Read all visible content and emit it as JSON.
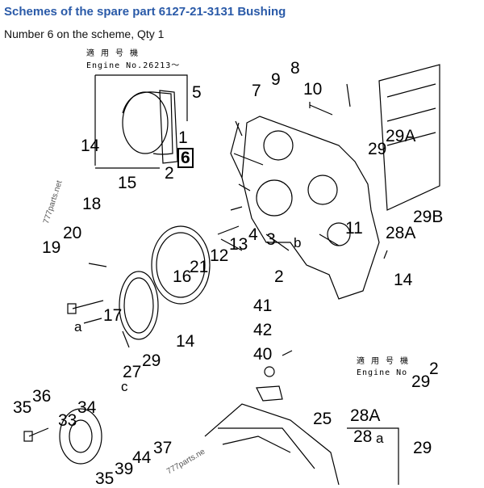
{
  "header": {
    "title": "Schemes of the spare part 6127-21-3131 Bushing",
    "subtitle": "Number 6 on the scheme, Qty 1"
  },
  "diagram": {
    "serial_block_1": {
      "jp": "適 用 号 機",
      "engine": "Engine No.26213〜"
    },
    "serial_block_2": {
      "jp": "適 用 号 機",
      "engine": "Engine No"
    },
    "watermark": "777parts.net",
    "watermark_2": "777parts.ne",
    "labels": {
      "l5": "5",
      "l7": "7",
      "l8": "8",
      "l9": "9",
      "l10": "10",
      "l14a": "14",
      "l1": "1",
      "l6": "6",
      "l2a": "2",
      "l15": "15",
      "l18": "18",
      "l20": "20",
      "l19": "19",
      "l29a": "29A",
      "l29b": "29",
      "l29c": "29B",
      "l28a": "28A",
      "l11": "11",
      "l3": "3",
      "l4": "4",
      "l13": "13",
      "l12": "12",
      "l21": "21",
      "l16": "16",
      "l2b": "2",
      "l14b": "14",
      "l41": "41",
      "l42": "42",
      "l40": "40",
      "l17": "17",
      "la1": "a",
      "lb": "b",
      "l14c": "14",
      "l29d": "29",
      "l27": "27",
      "lc": "c",
      "l35a": "35",
      "l36": "36",
      "l34": "34",
      "l33": "33",
      "l37": "37",
      "l44": "44",
      "l39": "39",
      "l35b": "35",
      "l25": "25",
      "l28b": "28A",
      "l28c": "28",
      "la2": "a",
      "l29e": "29",
      "l2c": "2",
      "l29f": "29"
    }
  }
}
